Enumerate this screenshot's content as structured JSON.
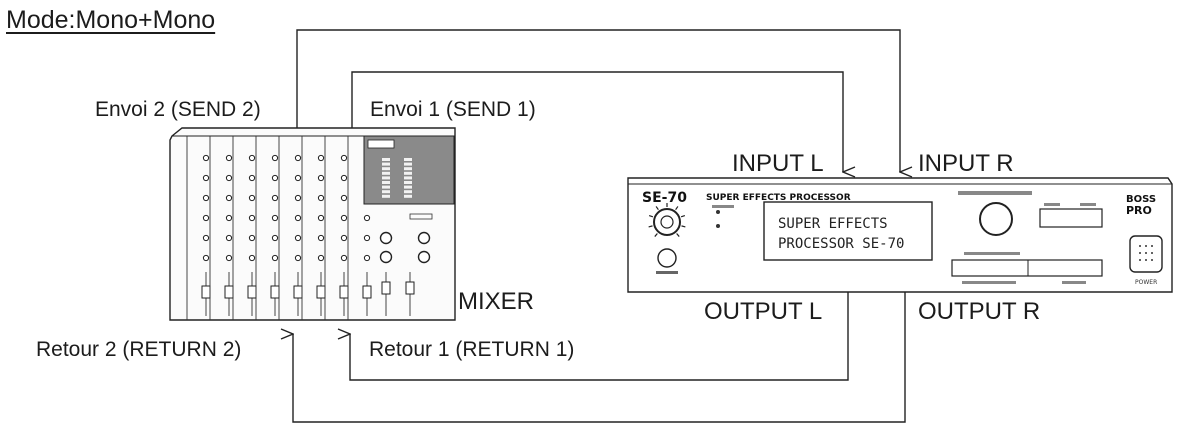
{
  "title": "Mode:Mono+Mono",
  "labels": {
    "send2": "Envoi 2 (SEND 2)",
    "send1": "Envoi 1 (SEND 1)",
    "input_l": "INPUT L",
    "input_r": "INPUT R",
    "mixer": "MIXER",
    "output_l": "OUTPUT L",
    "output_r": "OUTPUT R",
    "return2": "Retour 2 (RETURN 2)",
    "return1": "Retour 1 (RETURN 1)"
  },
  "processor": {
    "model": "SE-70",
    "name": "SUPER EFFECTS PROCESSOR",
    "display_line1": "SUPER EFFECTS",
    "display_line2": "PROCESSOR  SE-70",
    "brand_top": "BOSS",
    "brand_bottom": "PRO",
    "power_label": "POWER"
  },
  "colors": {
    "line": "#222222",
    "mixer_meter_panel": "#8a8a8a"
  }
}
